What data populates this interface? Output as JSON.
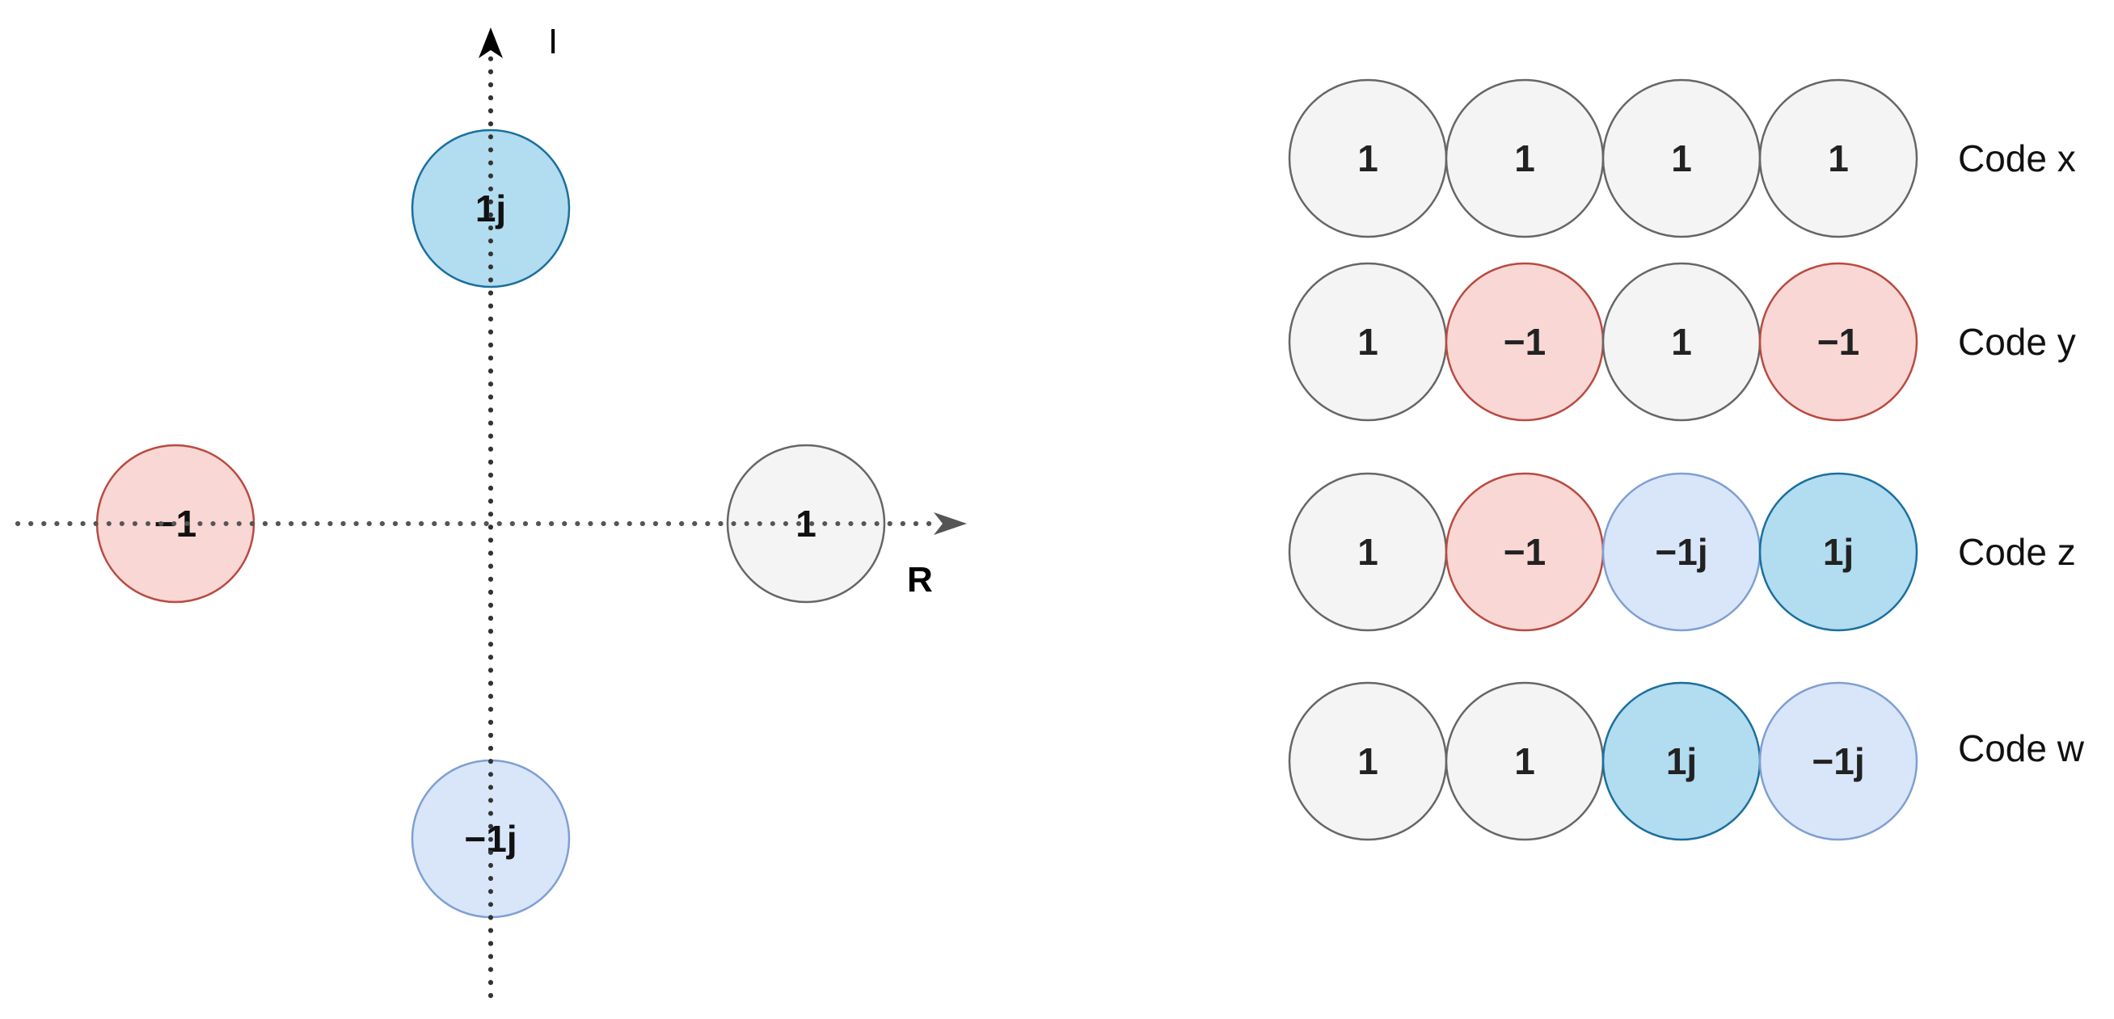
{
  "constellation": {
    "imag_axis_label": "I",
    "real_axis_label": "R",
    "points": [
      {
        "label": "1j",
        "style": "blue_dark"
      },
      {
        "label": "−1",
        "style": "red"
      },
      {
        "label": "1",
        "style": "gray"
      },
      {
        "label": "−1j",
        "style": "blue_light"
      }
    ]
  },
  "codes": [
    {
      "name": "Code x",
      "symbols": [
        {
          "label": "1",
          "style": "gray"
        },
        {
          "label": "1",
          "style": "gray"
        },
        {
          "label": "1",
          "style": "gray"
        },
        {
          "label": "1",
          "style": "gray"
        }
      ]
    },
    {
      "name": "Code y",
      "symbols": [
        {
          "label": "1",
          "style": "gray"
        },
        {
          "label": "−1",
          "style": "red"
        },
        {
          "label": "1",
          "style": "gray"
        },
        {
          "label": "−1",
          "style": "red"
        }
      ]
    },
    {
      "name": "Code z",
      "symbols": [
        {
          "label": "1",
          "style": "gray"
        },
        {
          "label": "−1",
          "style": "red"
        },
        {
          "label": "−1j",
          "style": "blue_light"
        },
        {
          "label": "1j",
          "style": "blue_dark"
        }
      ]
    },
    {
      "name": "Code w",
      "symbols": [
        {
          "label": "1",
          "style": "gray"
        },
        {
          "label": "1",
          "style": "gray"
        },
        {
          "label": "1j",
          "style": "blue_dark"
        },
        {
          "label": "−1j",
          "style": "blue_light"
        }
      ]
    }
  ],
  "styles": {
    "gray": {
      "fill": "#f4f4f4",
      "stroke": "#666666"
    },
    "red": {
      "fill": "#f8d7d4",
      "stroke": "#b94a40"
    },
    "blue_light": {
      "fill": "#d9e6fa",
      "stroke": "#7f9fd2"
    },
    "blue_dark": {
      "fill": "#b2dcef",
      "stroke": "#1a6f9e"
    }
  }
}
